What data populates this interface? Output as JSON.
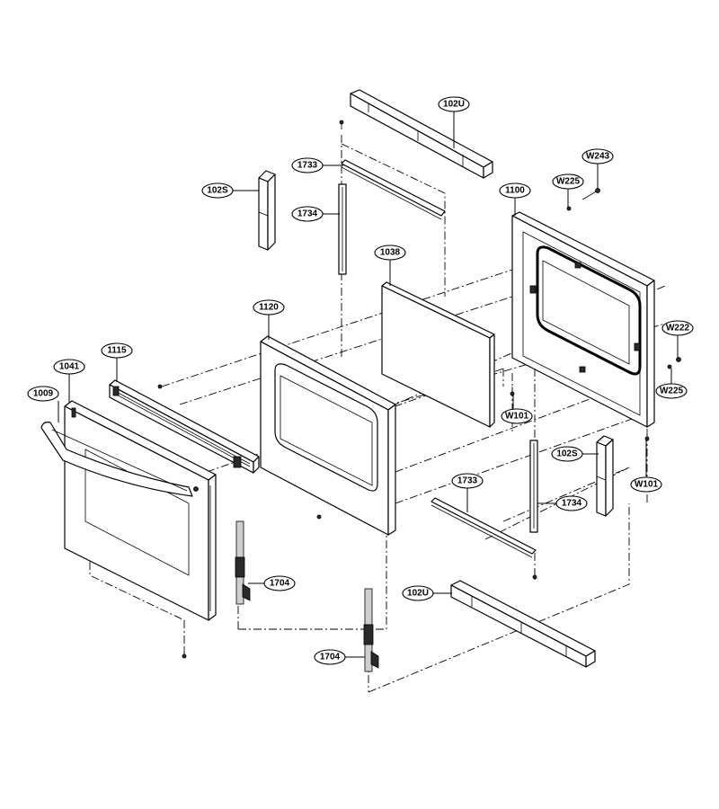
{
  "labels": {
    "p102U_top": "102U",
    "p102U_bottom": "102U",
    "p102S_left": "102S",
    "p102S_right": "102S",
    "p1733_top": "1733",
    "p1733_bottom": "1733",
    "p1734_top": "1734",
    "p1734_bottom": "1734",
    "p1038": "1038",
    "p1100": "1100",
    "p1120": "1120",
    "p1115": "1115",
    "p1041": "1041",
    "p1009": "1009",
    "p1704_left": "1704",
    "p1704_bottom": "1704",
    "pW243": "W243",
    "pW225_top": "W225",
    "pW225_right": "W225",
    "pW222": "W222",
    "pW101_mid": "W101",
    "pW101_right": "W101"
  }
}
